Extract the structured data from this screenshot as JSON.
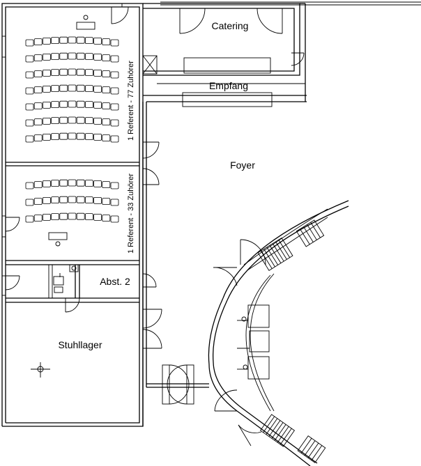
{
  "rooms": {
    "catering": "Catering",
    "empfang": "Empfang",
    "foyer": "Foyer",
    "abst2": "Abst. 2",
    "stuhllager": "Stuhllager"
  },
  "seminar_rooms": {
    "room_a_caption": "1 Referent - 77 Zuhörer",
    "room_b_caption": "1 Referent - 33 Zuhörer"
  },
  "seating": {
    "room_a_rows": 7,
    "room_a_seats_per_row": 11,
    "room_b_rows": 3,
    "room_b_seats_per_row": 11
  }
}
